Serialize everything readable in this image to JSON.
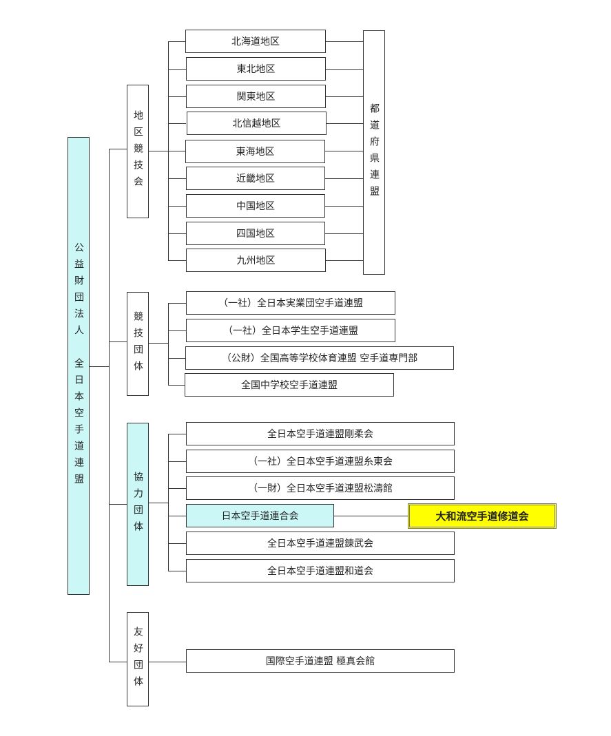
{
  "root": {
    "label": "公益財団法人　全日本空手道連盟"
  },
  "groups": [
    {
      "label": "地区競技会",
      "items": [
        "北海道地区",
        "東北地区",
        "関東地区",
        "北信越地区",
        "東海地区",
        "近畿地区",
        "中国地区",
        "四国地区",
        "九州地区"
      ]
    },
    {
      "label": "競技団体",
      "items": [
        "（一社）全日本実業団空手道連盟",
        "（一社）全日本学生空手道連盟",
        "（公財）全国高等学校体育連盟 空手道専門部",
        "全国中学校空手道連盟"
      ]
    },
    {
      "label": "協力団体",
      "items": [
        "全日本空手道連盟剛柔会",
        "（一社）全日本空手道連盟糸東会",
        "（一財）全日本空手道連盟松濤館",
        "日本空手道連合会",
        "全日本空手道連盟錬武会",
        "全日本空手道連盟和道会"
      ]
    },
    {
      "label": "友好団体",
      "items": [
        "国際空手道連盟 極真会館"
      ]
    }
  ],
  "prefecture": {
    "label": "都道府県連盟"
  },
  "highlight": {
    "label": "大和流空手道修道会"
  },
  "colors": {
    "cyan": "#ccf7f7",
    "highlight": "#ffff00"
  }
}
